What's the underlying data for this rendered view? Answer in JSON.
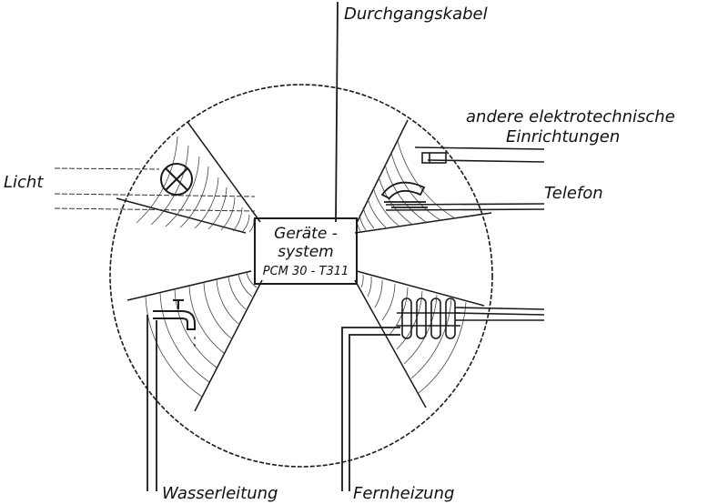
{
  "labels": {
    "durchgangskabel": "Durchgangskabel",
    "andere_line1": "andere elektrotechnische",
    "andere_line2": "Einrichtungen",
    "telefon": "Telefon",
    "licht": "Licht",
    "wasserleitung": "Wasserleitung",
    "fernheizung": "Fernheizung"
  },
  "center_box": {
    "line1": "Geräte -",
    "line2": "system",
    "line3": "PCM 30 - T311"
  },
  "colors": {
    "ink": "#1a1a1a",
    "background": "#ffffff"
  }
}
